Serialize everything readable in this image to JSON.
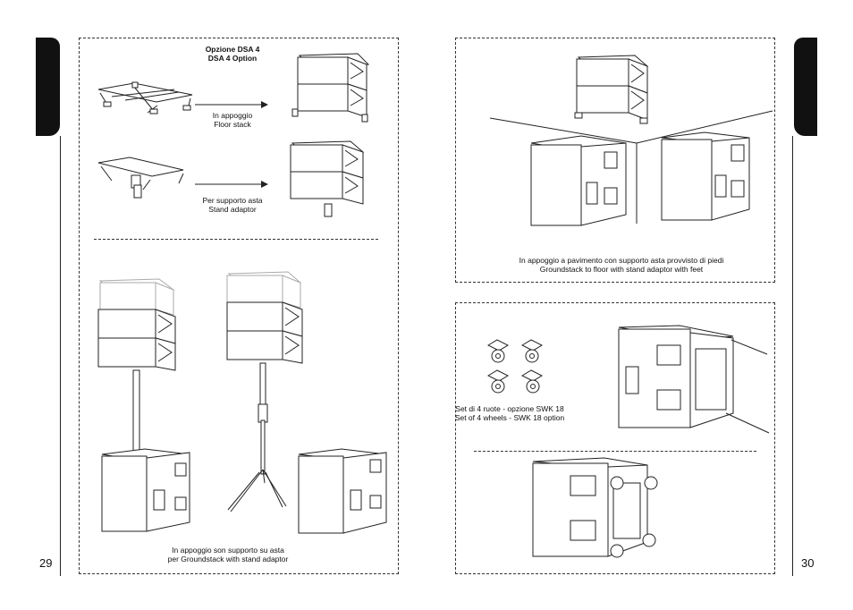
{
  "pages": {
    "left_number": "29",
    "right_number": "30"
  },
  "left_page": {
    "option_title_it": "Opzione DSA 4",
    "option_title_en": "DSA 4 Option",
    "floor_stack_it": "In appoggio",
    "floor_stack_en": "Floor stack",
    "stand_adaptor_it": "Per supporto asta",
    "stand_adaptor_en": "Stand adaptor",
    "groundstack_it": "In appoggio son  supporto su asta",
    "groundstack_en": "per Groundstack with stand adaptor"
  },
  "right_page": {
    "floor_feet_it": "In appoggio a pavimento con supporto asta provvisto di piedi",
    "floor_feet_en": "Groundstack to floor with stand adaptor with feet",
    "wheels_it": "Set di 4 ruote - opzione SWK 18",
    "wheels_en": "Set of 4 wheels - SWK 18 option"
  }
}
